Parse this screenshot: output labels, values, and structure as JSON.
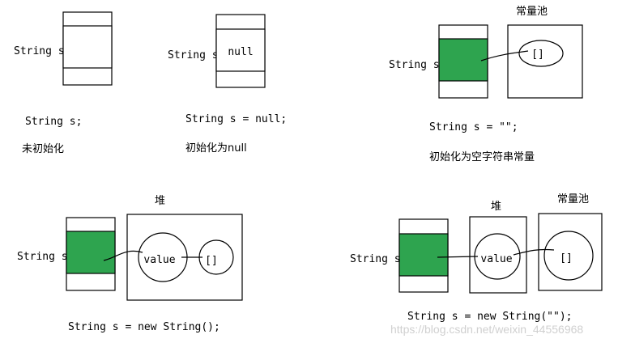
{
  "colors": {
    "green": "#2ea44f",
    "stroke": "#000000",
    "watermark": "#d0d0d0"
  },
  "panels": {
    "p1": {
      "var_label": "String s",
      "code": "String s;",
      "caption": "未初始化"
    },
    "p2": {
      "var_label": "String s",
      "cell_value": "null",
      "code": "String s = null;",
      "caption": "初始化为null"
    },
    "p3": {
      "var_label": "String s",
      "pool_title": "常量池",
      "pool_value": "[]",
      "code": "String s = \"\";",
      "caption": "初始化为空字符串常量"
    },
    "p4": {
      "var_label": "String s",
      "heap_title": "堆",
      "value_label": "value",
      "array_label": "[]",
      "code": "String s = new String();"
    },
    "p5": {
      "var_label": "String s",
      "heap_title": "堆",
      "pool_title": "常量池",
      "value_label": "value",
      "array_label": "[]",
      "code": "String s = new String(\"\");"
    }
  },
  "watermark": "https://blog.csdn.net/weixin_44556968"
}
